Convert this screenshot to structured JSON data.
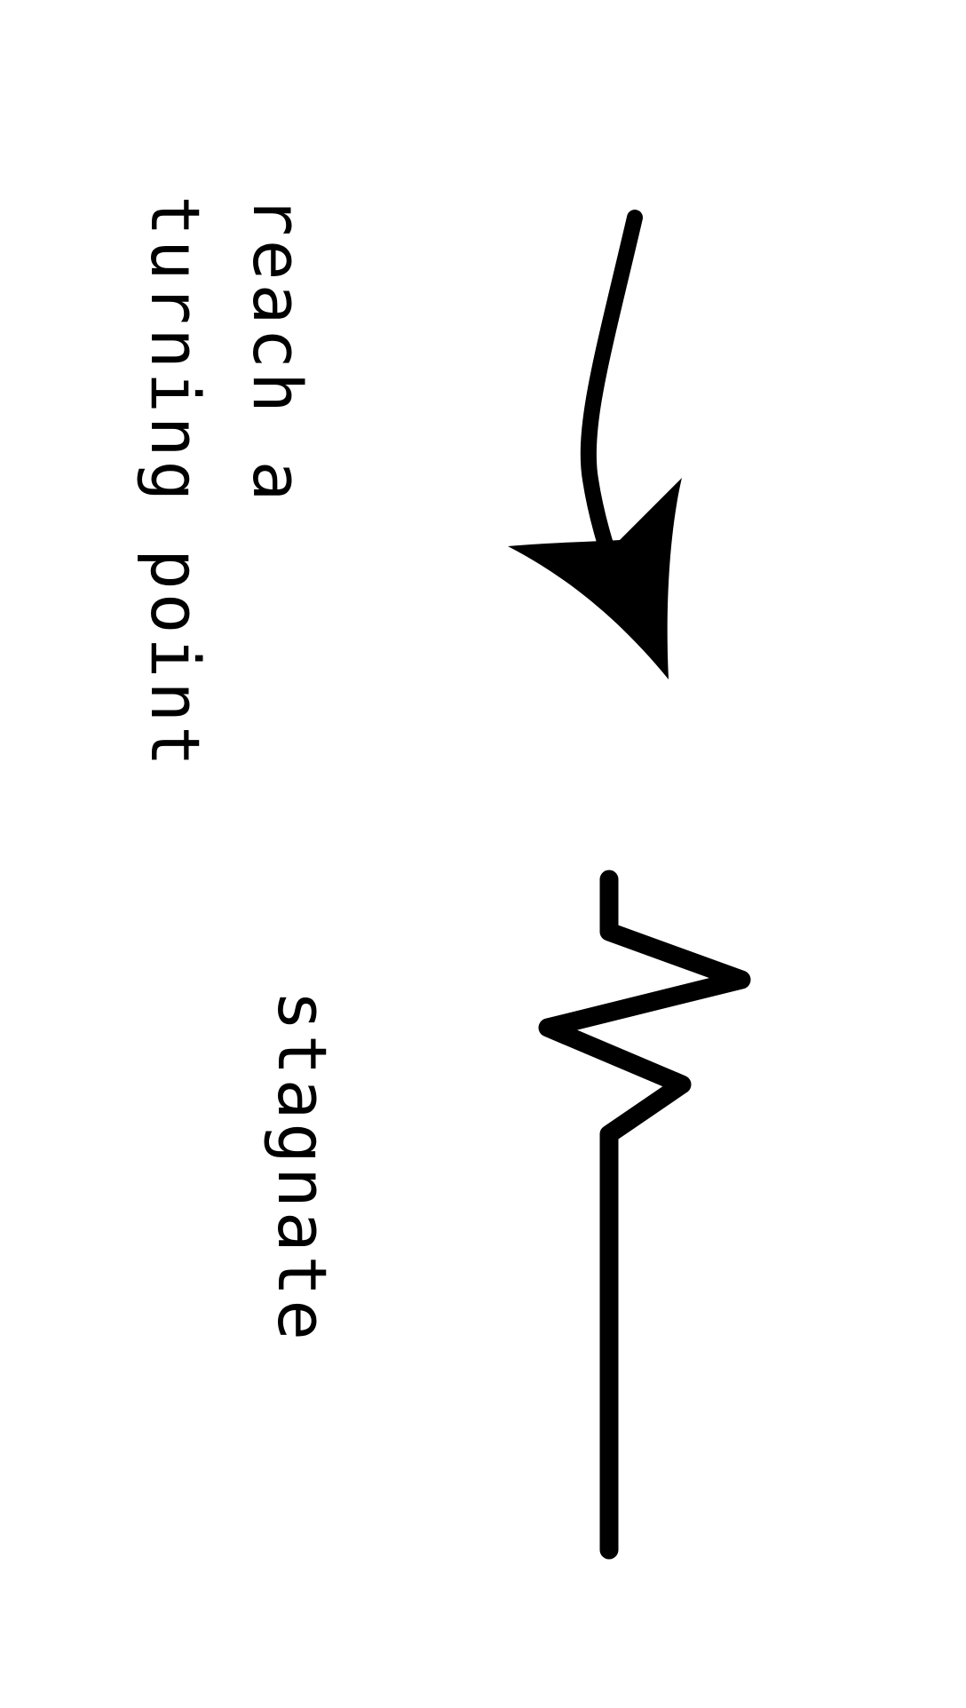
{
  "labels": {
    "turning_line_1": "reach a",
    "turning_line_2": "turning point",
    "stagnate": "stagnate"
  },
  "colors": {
    "background": "#ffffff",
    "ink": "#000000"
  },
  "icons": {
    "turning_point": "curved-down-arrow-icon",
    "stagnate": "zigzag-flatline-icon"
  }
}
